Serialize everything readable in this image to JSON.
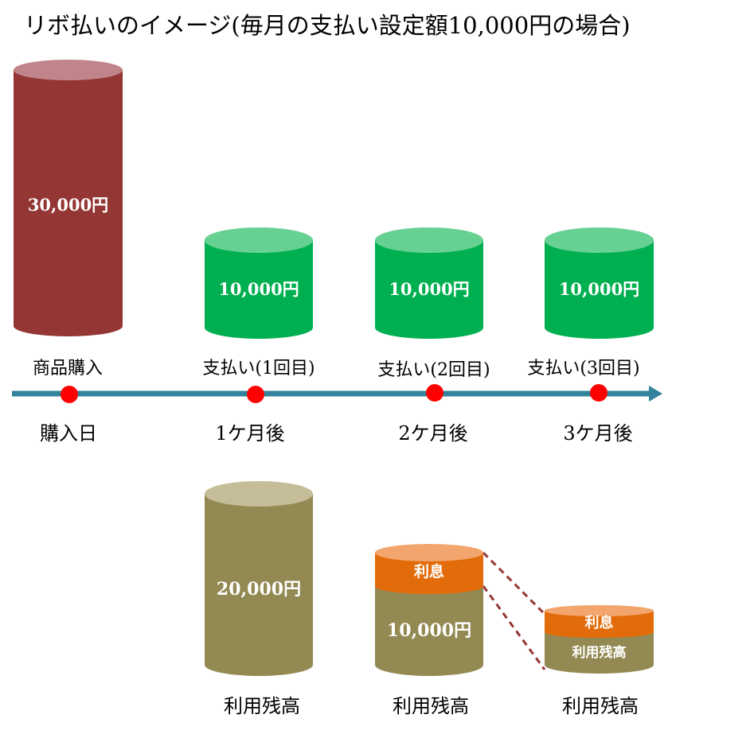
{
  "title": "リボ払いのイメージ(毎月の支払い設定額10,000円の場合)",
  "colors": {
    "purchase_body": "#943634",
    "purchase_top": "#C0858A",
    "payment_body": "#00B050",
    "payment_top": "#66D193",
    "balance_body": "#938953",
    "balance_top": "#C4BD97",
    "interest_body": "#E36C0A",
    "interest_top": "#F2A56C",
    "timeline": "#31849B",
    "timeline_dot": "#FF0000",
    "connector": "#943634"
  },
  "purchase": {
    "amount": "30,000円",
    "caption": "商品購入"
  },
  "payments": [
    {
      "amount": "10,000円",
      "caption": "支払い(1回目)"
    },
    {
      "amount": "10,000円",
      "caption": "支払い(2回目)"
    },
    {
      "amount": "10,000円",
      "caption": "支払い(3回目)"
    }
  ],
  "timeline": {
    "points": [
      "購入日",
      "1ケ月後",
      "2ケ月後",
      "3ケ月後"
    ]
  },
  "balances": [
    {
      "amount": "20,000円",
      "interest": "",
      "caption": "利用残高"
    },
    {
      "amount": "10,000円",
      "interest": "利息",
      "caption": "利用残高"
    },
    {
      "amount": "利用残高",
      "interest": "利息",
      "caption": "利用残高"
    }
  ]
}
